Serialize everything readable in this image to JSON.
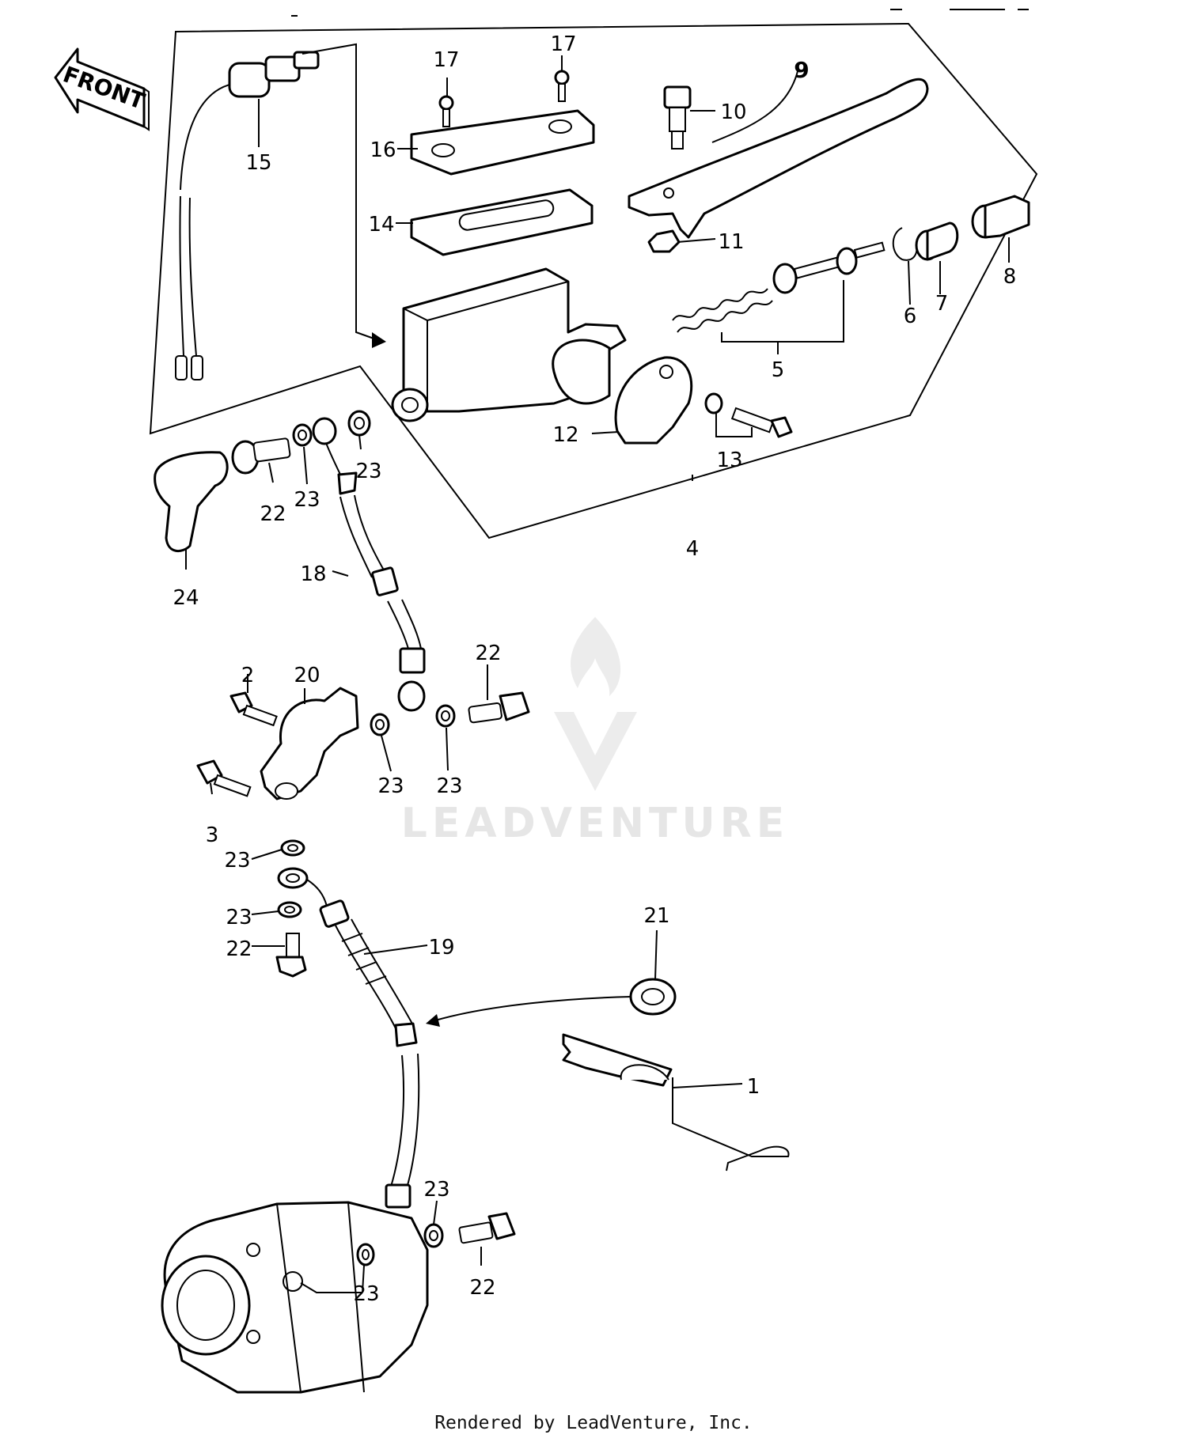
{
  "front_arrow": {
    "label": "FRONT"
  },
  "callouts": [
    {
      "id": "c1",
      "text": "1"
    },
    {
      "id": "c2",
      "text": "2"
    },
    {
      "id": "c3",
      "text": "3"
    },
    {
      "id": "c4",
      "text": "4"
    },
    {
      "id": "c5",
      "text": "5"
    },
    {
      "id": "c6",
      "text": "6"
    },
    {
      "id": "c7",
      "text": "7"
    },
    {
      "id": "c8",
      "text": "8"
    },
    {
      "id": "c9",
      "text": "9"
    },
    {
      "id": "c10",
      "text": "10"
    },
    {
      "id": "c11",
      "text": "11"
    },
    {
      "id": "c12",
      "text": "12"
    },
    {
      "id": "c13",
      "text": "13"
    },
    {
      "id": "c14",
      "text": "14"
    },
    {
      "id": "c15",
      "text": "15"
    },
    {
      "id": "c16",
      "text": "16"
    },
    {
      "id": "c17a",
      "text": "17"
    },
    {
      "id": "c17b",
      "text": "17"
    },
    {
      "id": "c18",
      "text": "18"
    },
    {
      "id": "c19",
      "text": "19"
    },
    {
      "id": "c20",
      "text": "20"
    },
    {
      "id": "c21",
      "text": "21"
    },
    {
      "id": "c22a",
      "text": "22"
    },
    {
      "id": "c22b",
      "text": "22"
    },
    {
      "id": "c22c",
      "text": "22"
    },
    {
      "id": "c22d",
      "text": "22"
    },
    {
      "id": "c23a",
      "text": "23"
    },
    {
      "id": "c23b",
      "text": "23"
    },
    {
      "id": "c23c",
      "text": "23"
    },
    {
      "id": "c23d",
      "text": "23"
    },
    {
      "id": "c23e",
      "text": "23"
    },
    {
      "id": "c23f",
      "text": "23"
    },
    {
      "id": "c23g",
      "text": "23"
    },
    {
      "id": "c23h",
      "text": "23"
    },
    {
      "id": "c24",
      "text": "24"
    }
  ],
  "watermark": {
    "text": "LEADVENTURE",
    "icon": "flame-v-logo"
  },
  "footer": {
    "text": "Rendered by LeadVenture, Inc."
  }
}
